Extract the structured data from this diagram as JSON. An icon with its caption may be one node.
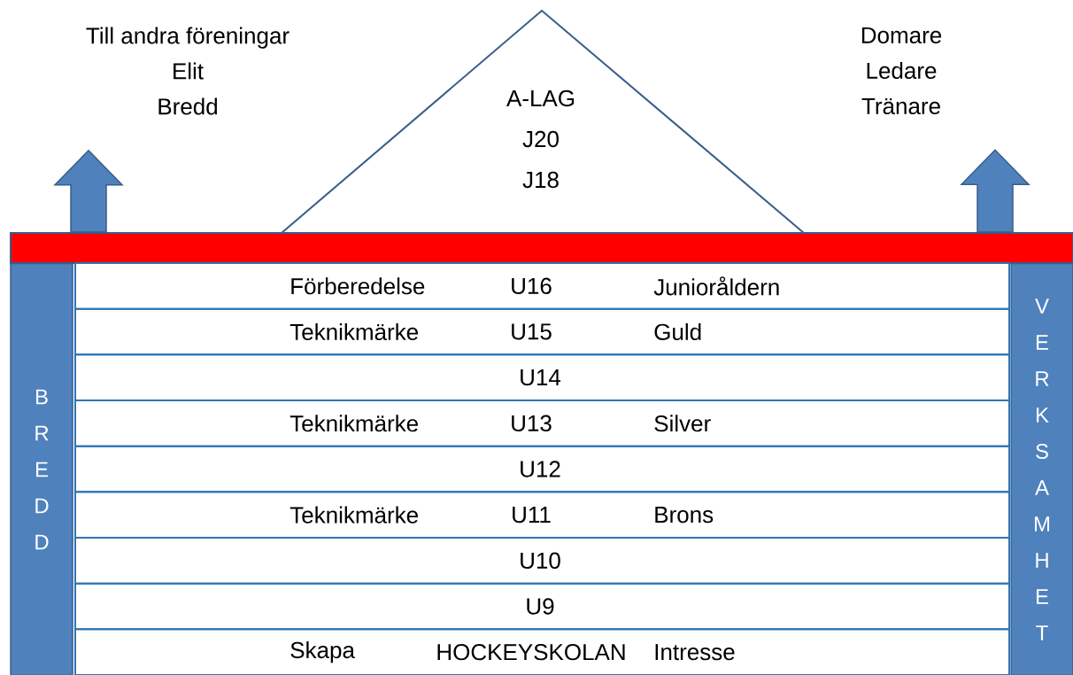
{
  "diagram": {
    "nodes": [
      {
        "text": [
          "Till andra föreningar",
          "Elit",
          "Bredd"
        ]
      },
      {
        "text": [
          "A-LAG",
          "J20",
          "J18"
        ]
      },
      {
        "text": [
          "Domare",
          "Ledare",
          "Tränare"
        ]
      },
      {
        "text": [],
        "shape": "bar"
      },
      {
        "text": [
          "B R E D D"
        ]
      },
      {
        "text": [
          "V E R K S A M H E T"
        ]
      },
      {
        "text": [
          "Förberedelse",
          "U16",
          "Junioråldern"
        ]
      },
      {
        "text": [
          "Teknikmärke",
          "U15",
          "Guld"
        ]
      },
      {
        "text": [
          "U14"
        ]
      },
      {
        "text": [
          "Teknikmärke",
          "U13",
          "Silver"
        ]
      },
      {
        "text": [
          "U12"
        ]
      },
      {
        "text": [
          "Teknikmärke",
          "U11",
          "Brons"
        ]
      },
      {
        "text": [
          "U10"
        ]
      },
      {
        "text": [
          "U9"
        ]
      },
      {
        "text": [
          "Skapa",
          "HOCKEYSKOLAN",
          "Intresse"
        ]
      }
    ],
    "edges": [
      {
        "from": 3,
        "to": 0,
        "arrow": "to",
        "style": "thick"
      },
      {
        "from": 3,
        "to": 2,
        "arrow": "to",
        "style": "thick"
      }
    ]
  }
}
